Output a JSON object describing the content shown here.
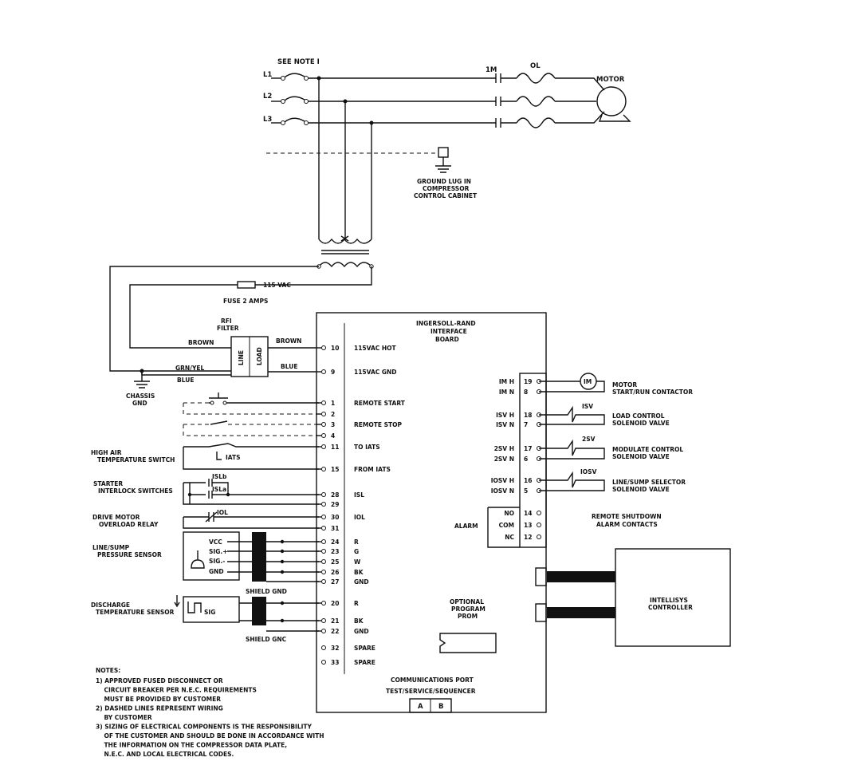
{
  "power": {
    "see_note": "SEE NOTE I",
    "l1": "L1",
    "l2": "L2",
    "l3": "L3",
    "contactor": "1M",
    "overload": "OL",
    "motor": "MOTOR",
    "ground_lug": [
      "GROUND LUG IN",
      "COMPRESSOR",
      "CONTROL CABINET"
    ],
    "vac": "115 VAC",
    "fuse": "FUSE 2 AMPS"
  },
  "filter": {
    "title": [
      "RFI",
      "FILTER"
    ],
    "brown_left": "BROWN",
    "brown_right": "BROWN",
    "grn": "GRN/YEL",
    "blue_left": "BLUE",
    "blue_right": "BLUE",
    "line": "LINE",
    "load": "LOAD",
    "chassis": [
      "CHASSIS",
      "GND"
    ]
  },
  "board": {
    "title": [
      "INGERSOLL-RAND",
      "INTERFACE",
      "BOARD"
    ],
    "optional": [
      "OPTIONAL",
      "PROGRAM",
      "PROM"
    ],
    "comm": [
      "COMMUNICATIONS PORT",
      "TEST/SERVICE/SEQUENCER"
    ],
    "port_a": "A",
    "port_b": "B",
    "left_terminals": [
      {
        "num": "10",
        "label": "115VAC HOT"
      },
      {
        "num": "9",
        "label": "115VAC GND"
      },
      {
        "num": "1",
        "label": "REMOTE START"
      },
      {
        "num": "2",
        "label": ""
      },
      {
        "num": "3",
        "label": "REMOTE STOP"
      },
      {
        "num": "4",
        "label": ""
      },
      {
        "num": "11",
        "label": "TO IATS"
      },
      {
        "num": "15",
        "label": "FROM IATS"
      },
      {
        "num": "28",
        "label": "ISL"
      },
      {
        "num": "29",
        "label": ""
      },
      {
        "num": "30",
        "label": "IOL"
      },
      {
        "num": "31",
        "label": ""
      },
      {
        "num": "24",
        "label": "R"
      },
      {
        "num": "23",
        "label": "G"
      },
      {
        "num": "25",
        "label": "W"
      },
      {
        "num": "26",
        "label": "BK"
      },
      {
        "num": "27",
        "label": "GND"
      },
      {
        "num": "20",
        "label": "R"
      },
      {
        "num": "21",
        "label": "BK"
      },
      {
        "num": "22",
        "label": "GND"
      },
      {
        "num": "32",
        "label": "SPARE"
      },
      {
        "num": "33",
        "label": "SPARE"
      }
    ],
    "right_terminals": [
      {
        "name": "IM H",
        "num": "19"
      },
      {
        "name": "IM N",
        "num": "8"
      },
      {
        "name": "ISV H",
        "num": "18"
      },
      {
        "name": "ISV N",
        "num": "7"
      },
      {
        "name": "2SV H",
        "num": "17"
      },
      {
        "name": "2SV N",
        "num": "6"
      },
      {
        "name": "IOSV H",
        "num": "16"
      },
      {
        "name": "IOSV N",
        "num": "5"
      },
      {
        "name": "NO",
        "num": "14"
      },
      {
        "name": "COM",
        "num": "13"
      },
      {
        "name": "NC",
        "num": "12"
      }
    ],
    "alarm": "ALARM"
  },
  "devices": {
    "motor_contactor": [
      "MOTOR",
      "START/RUN CONTACTOR"
    ],
    "im": "IM",
    "load_sv": [
      "LOAD CONTROL",
      "SOLENOID VALVE"
    ],
    "isv": "ISV",
    "mod_sv": [
      "MODULATE CONTROL",
      "SOLENOID VALVE"
    ],
    "sv2": "2SV",
    "line_sv": [
      "LINE/SUMP SELECTOR",
      "SOLENOID VALVE"
    ],
    "sv10": "IOSV",
    "remote_shutdown": [
      "REMOTE SHUTDOWN",
      "ALARM CONTACTS"
    ],
    "controller": [
      "INTELLISYS",
      "CONTROLLER"
    ],
    "high_air": [
      "HIGH AIR",
      "TEMPERATURE SWITCH"
    ],
    "iats": "IATS",
    "starter": [
      "STARTER",
      "INTERLOCK SWITCHES"
    ],
    "isla": "ISLa",
    "islb": "ISLb",
    "drive": [
      "DRIVE MOTOR",
      "OVERLOAD RELAY"
    ],
    "iol": "IOL",
    "line_sump": [
      "LINE/SUMP",
      "PRESSURE SENSOR"
    ],
    "vcc": "VCC",
    "sig_plus": "SIG.+",
    "sig_minus": "SIG.-",
    "gnd": "GND",
    "shield1": "SHIELD GND",
    "discharge": [
      "DISCHARGE",
      "TEMPERATURE SENSOR"
    ],
    "sig": "SIG",
    "shield2": "SHIELD GNC"
  },
  "notes": {
    "title": "NOTES:",
    "items": [
      "1) APPROVED FUSED DISCONNECT OR",
      "    CIRCUIT BREAKER PER N.E.C. REQUIREMENTS",
      "    MUST BE PROVIDED BY CUSTOMER",
      "2) DASHED LINES REPRESENT WIRING",
      "    BY CUSTOMER",
      "3) SIZING OF ELECTRICAL COMPONENTS IS THE RESPONSIBILITY",
      "    OF THE CUSTOMER AND SHOULD BE DONE IN ACCORDANCE WITH",
      "    THE INFORMATION ON THE COMPRESSOR DATA PLATE,",
      "    N.E.C. AND LOCAL ELECTRICAL CODES."
    ]
  }
}
